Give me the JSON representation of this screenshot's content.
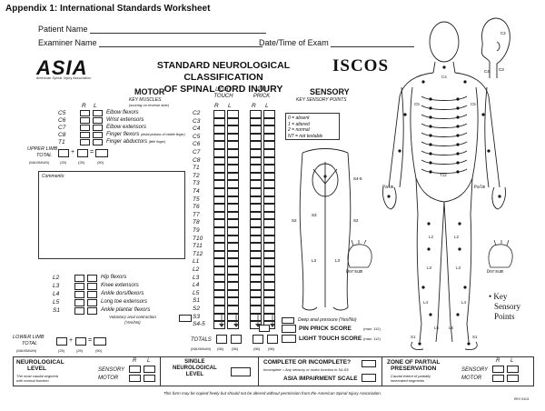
{
  "appendix_title": "Appendix 1: International Standards Worksheet",
  "header_fields": {
    "patient_name": "Patient Name",
    "examiner_name": "Examiner Name",
    "date_time": "Date/Time of Exam"
  },
  "logos": {
    "asia": "ASIA",
    "asia_sub": "American Spinal Injury Association",
    "iscos": "ISCOS"
  },
  "title_line1": "STANDARD NEUROLOGICAL CLASSIFICATION",
  "title_line2": "OF SPINAL CORD INJURY",
  "motor": {
    "heading": "MOTOR",
    "subheading": "KEY MUSCLES",
    "subheading_note": "(scoring on reverse side)",
    "r": "R",
    "l": "L",
    "upper_muscles": [
      {
        "level": "C5",
        "name": "Elbow flexors"
      },
      {
        "level": "C6",
        "name": "Wrist extensors"
      },
      {
        "level": "C7",
        "name": "Elbow extensors"
      },
      {
        "level": "C8",
        "name": "Finger flexors",
        "note": "(distal phalanx of middle finger)"
      },
      {
        "level": "T1",
        "name": "Finger abductors",
        "note": "(little finger)"
      }
    ],
    "lower_muscles": [
      {
        "level": "L2",
        "name": "Hip flexors"
      },
      {
        "level": "L3",
        "name": "Knee extensors"
      },
      {
        "level": "L4",
        "name": "Ankle dorsiflexors"
      },
      {
        "level": "L5",
        "name": "Long toe extensors"
      },
      {
        "level": "S1",
        "name": "Ankle plantar flexors"
      }
    ],
    "upper_total_label1": "UPPER LIMB",
    "upper_total_label2": "TOTAL",
    "maximum": "(MAXIMUM)",
    "max25": "(25)",
    "max50": "(50)",
    "lower_total_label1": "LOWER LIMB",
    "lower_total_label2": "TOTAL",
    "comments": "Comments:",
    "anal_contraction": "Voluntary anal contraction",
    "yes_no": "(Yes/No)"
  },
  "sensory": {
    "light_touch": "LIGHT TOUCH",
    "pin_prick": "PIN PRICK",
    "heading": "SENSORY",
    "subheading": "KEY SENSORY POINTS",
    "levels": [
      "C2",
      "C3",
      "C4",
      "C5",
      "C6",
      "C7",
      "C8",
      "T1",
      "T2",
      "T3",
      "T4",
      "T5",
      "T6",
      "T7",
      "T8",
      "T9",
      "T10",
      "T11",
      "T12",
      "L1",
      "L2",
      "L3",
      "L4",
      "L5",
      "S1",
      "S2",
      "S3",
      "S4-5"
    ],
    "legend": [
      "0 = absent",
      "1 = altered",
      "2 = normal",
      "NT = not testable"
    ],
    "deep_anal": "Deep anal pressure (Yes/No)",
    "pin_prick_score": "PIN PRICK SCORE",
    "light_touch_score": "LIGHT TOUCH SCORE",
    "max112": "(max: 112)",
    "totals": "TOTALS",
    "max56": "(56)",
    "s45_label": "S4-5"
  },
  "body_labels": {
    "palm": "Palm",
    "dorsum": "Dorsum",
    "key": "• Key",
    "sensory_points": "Sensory",
    "points": "Points"
  },
  "footer": {
    "neuro_level1": "NEUROLOGICAL",
    "neuro_level2": "LEVEL",
    "neuro_note1": "The most caudal segment",
    "neuro_note2": "with normal function",
    "sensory": "SENSORY",
    "motor": "MOTOR",
    "single1": "SINGLE",
    "single2": "NEUROLOGICAL",
    "single3": "LEVEL",
    "complete_q": "COMPLETE OR INCOMPLETE?",
    "complete_note": "Incomplete = Any sensory or motor function in S4-S5",
    "asia_scale": "ASIA IMPAIRMENT SCALE",
    "zone1": "ZONE OF PARTIAL",
    "zone2": "PRESERVATION",
    "zone_note1": "Caudal extent of partially",
    "zone_note2": "innervated segments",
    "r": "R",
    "l": "L",
    "disclaimer": "This form may be copied freely but should not be altered without permission from the American Spinal Injury Association.",
    "rev": "REV 04/11"
  }
}
